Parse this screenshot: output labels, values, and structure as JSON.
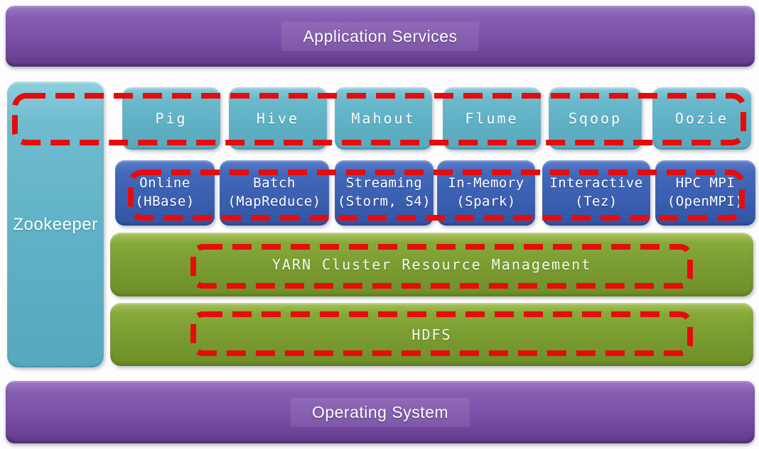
{
  "app_bar": {
    "label": "Application Services"
  },
  "zookeeper_box": {
    "label": "Zookeeper"
  },
  "services_row": {
    "items": [
      {
        "label": "Pig"
      },
      {
        "label": "Hive"
      },
      {
        "label": "Mahout"
      },
      {
        "label": "Flume"
      },
      {
        "label": "Sqoop"
      },
      {
        "label": "Oozie"
      }
    ]
  },
  "engines_row": {
    "items": [
      {
        "line1": "Online",
        "line2": "(HBase)"
      },
      {
        "line1": "Batch",
        "line2": "(MapReduce)"
      },
      {
        "line1": "Streaming",
        "line2": "(Storm, S4)"
      },
      {
        "line1": "In-Memory",
        "line2": "(Spark)"
      },
      {
        "line1": "Interactive",
        "line2": "(Tez)"
      },
      {
        "line1": "HPC MPI",
        "line2": "(OpenMPI)"
      }
    ]
  },
  "yarn_bar": {
    "label": "YARN Cluster Resource Management"
  },
  "hdfs_bar": {
    "label": "HDFS"
  },
  "os_bar": {
    "label": "Operating System"
  },
  "colors": {
    "purple": "#7b50a8",
    "teal": "#60b1c5",
    "dark_blue": "#3a5fb0",
    "green": "#7a9b30",
    "dashed_outline_red": "#e80b0b",
    "text": "#ffffff"
  }
}
